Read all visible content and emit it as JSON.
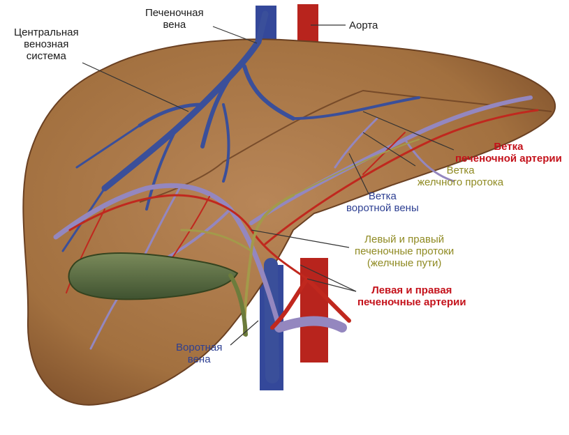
{
  "colors": {
    "liver": "#a8764a",
    "liver_dark": "#6e4526",
    "vein": "#3a4f9a",
    "artery": "#c0281e",
    "duct": "#9a8fc0",
    "gallbladder": "#556b3c",
    "label_black": "#1a1a1a",
    "label_red": "#c4121b",
    "label_olive": "#8f8a22",
    "label_blue": "#2d3f92"
  },
  "labels": {
    "hepatic_vein": {
      "line1": "Печеночная",
      "line2": "вена"
    },
    "aorta": {
      "line1": "Аорта"
    },
    "central_venous": {
      "line1": "Центральная",
      "line2": "венозная",
      "line3": "система"
    },
    "hepatic_artery_branch": {
      "line1": "Ветка",
      "line2": "печеночной артерии"
    },
    "bile_duct_branch": {
      "line1": "Ветка",
      "line2": "желчного протока"
    },
    "portal_vein_branch": {
      "line1": "Ветка",
      "line2": "воротной вены"
    },
    "hepatic_ducts": {
      "line1": "Левый и правый",
      "line2": "печеночные протоки",
      "line3": "(желчные пути)"
    },
    "hepatic_arteries": {
      "line1": "Левая и правая",
      "line2": "печеночные артерии"
    },
    "portal_vein": {
      "line1": "Воротная",
      "line2": "вена"
    }
  }
}
